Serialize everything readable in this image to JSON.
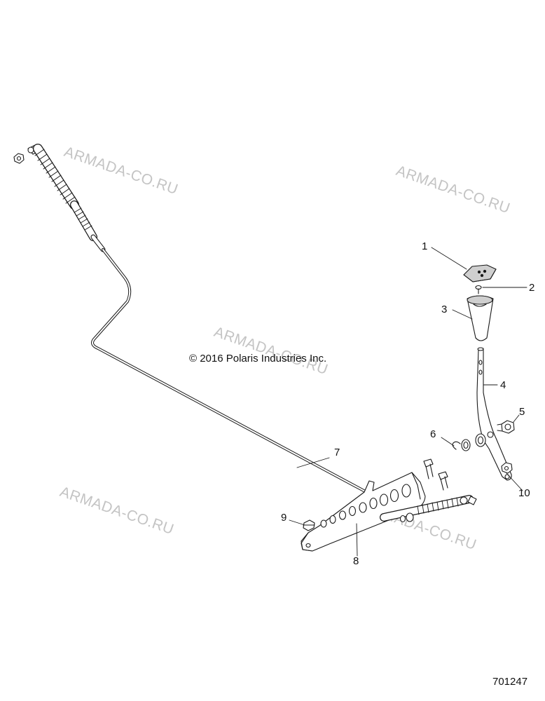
{
  "watermark_text": "ARMADA-CO.RU",
  "copyright": "© 2016 Polaris Industries Inc.",
  "drawing_number": "701247",
  "callouts": [
    "1",
    "2",
    "3",
    "4",
    "5",
    "6",
    "7",
    "8",
    "9",
    "10"
  ],
  "colors": {
    "line": "#1a1a1a",
    "shade": "#cfcfcf",
    "watermark": "#c4c4c4"
  }
}
